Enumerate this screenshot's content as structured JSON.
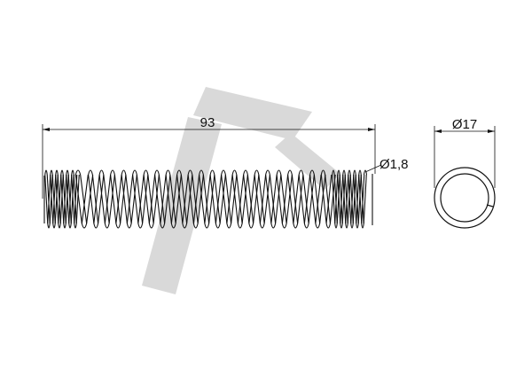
{
  "dimensions": {
    "length_label": "93",
    "wire_diameter_label": "Ø1,8",
    "outer_diameter_label": "Ø17"
  },
  "spring": {
    "length_mm": 93,
    "wire_diameter_mm": 1.8,
    "outer_diameter_mm": 17
  },
  "colors": {
    "line": "#111111",
    "watermark": "#d9d9d9",
    "background": "#ffffff"
  },
  "watermark": {
    "icon": "tf-logo-watermark-icon"
  }
}
